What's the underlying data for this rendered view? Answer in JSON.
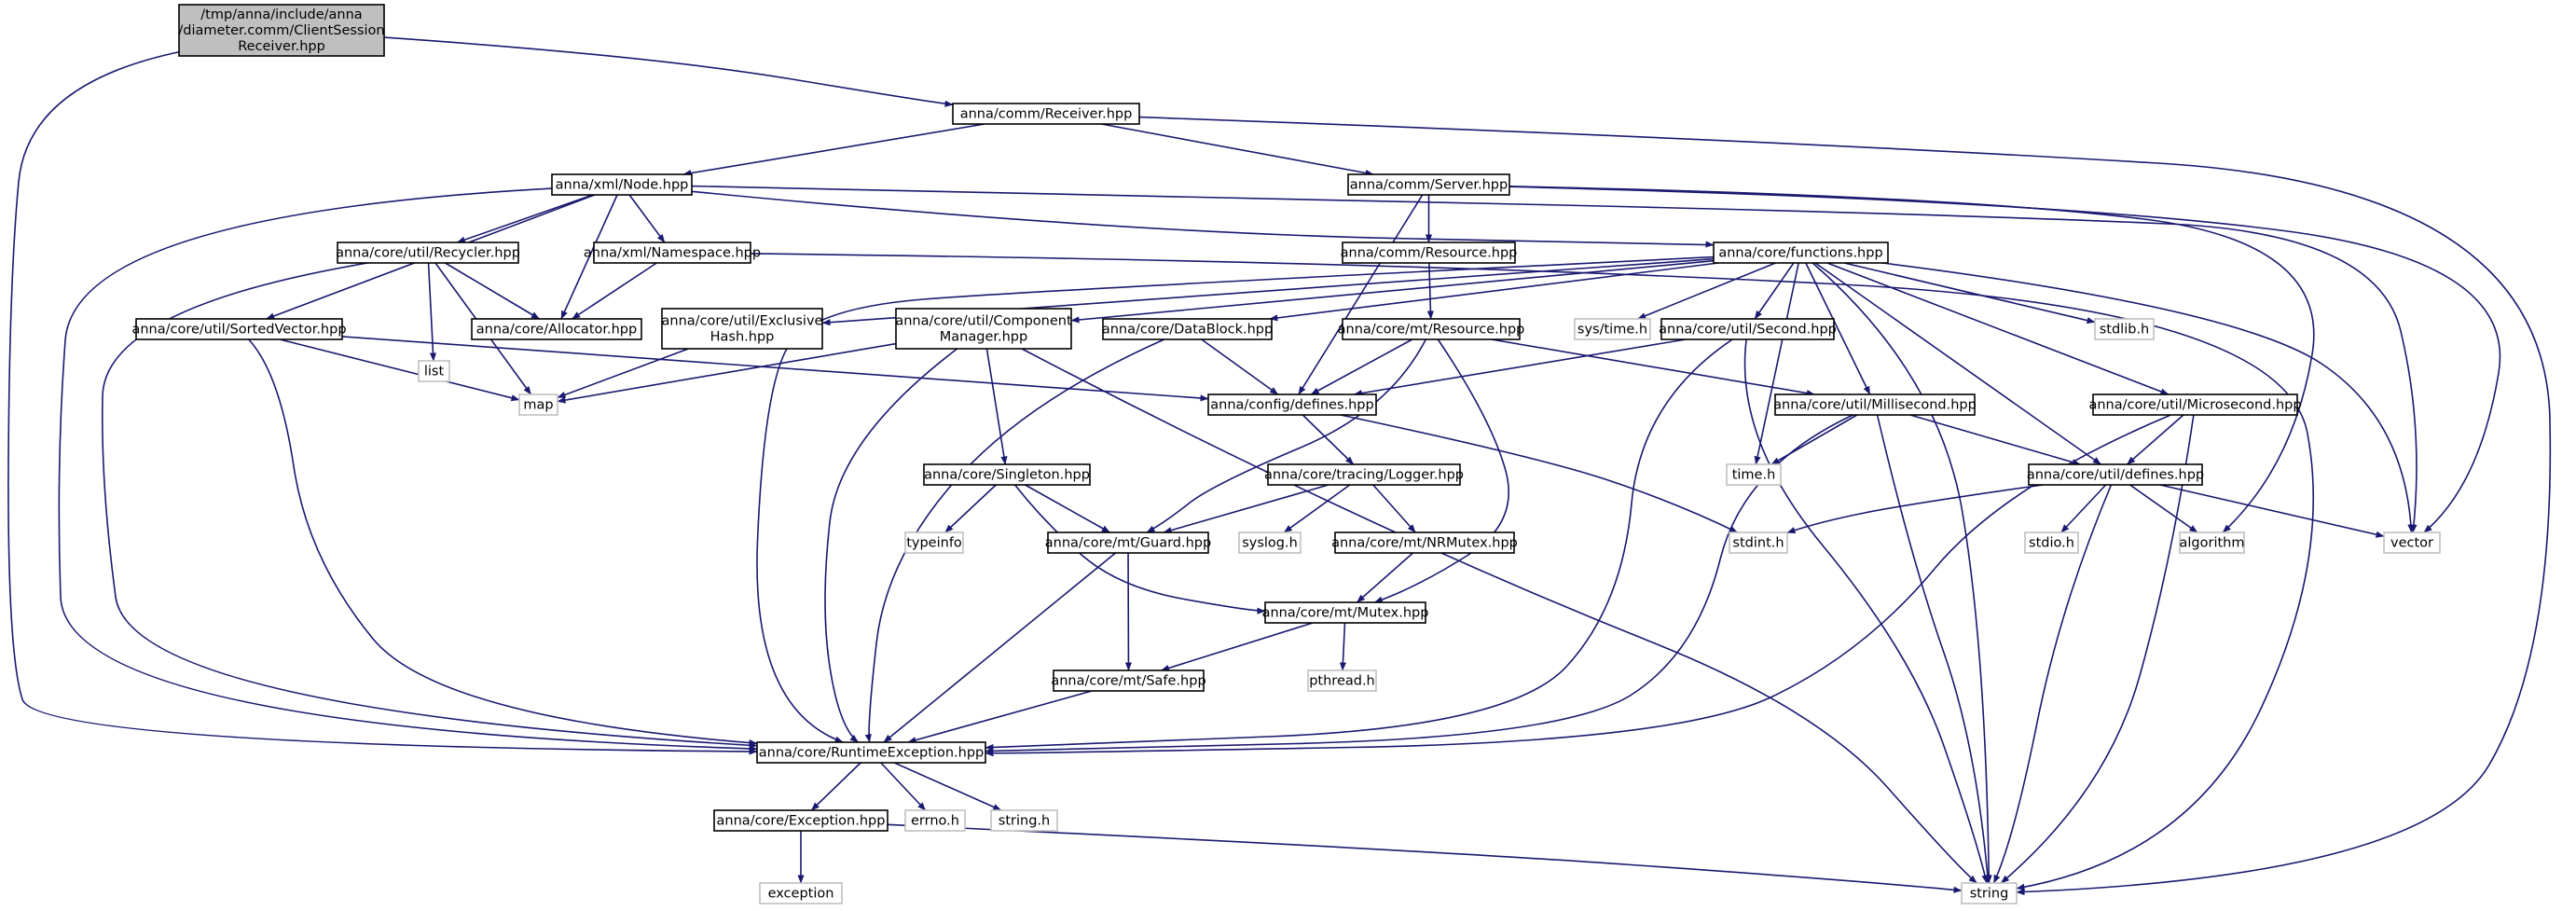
{
  "graph": {
    "title": "include dependency graph",
    "nodes": [
      {
        "id": "root",
        "kind": "header",
        "lines": [
          "/tmp/anna/include/anna",
          "/diameter.comm/ClientSession",
          "Receiver.hpp"
        ]
      },
      {
        "id": "receiver",
        "kind": "local",
        "lines": [
          "anna/comm/Receiver.hpp"
        ]
      },
      {
        "id": "node",
        "kind": "local",
        "lines": [
          "anna/xml/Node.hpp"
        ]
      },
      {
        "id": "server",
        "kind": "local",
        "lines": [
          "anna/comm/Server.hpp"
        ]
      },
      {
        "id": "recycler",
        "kind": "local",
        "lines": [
          "anna/core/util/Recycler.hpp"
        ]
      },
      {
        "id": "namespace",
        "kind": "local",
        "lines": [
          "anna/xml/Namespace.hpp"
        ]
      },
      {
        "id": "resource",
        "kind": "local",
        "lines": [
          "anna/comm/Resource.hpp"
        ]
      },
      {
        "id": "functions",
        "kind": "local",
        "lines": [
          "anna/core/functions.hpp"
        ]
      },
      {
        "id": "sortedvector",
        "kind": "local",
        "lines": [
          "anna/core/util/SortedVector.hpp"
        ]
      },
      {
        "id": "list",
        "kind": "system",
        "lines": [
          "list"
        ]
      },
      {
        "id": "allocator",
        "kind": "local",
        "lines": [
          "anna/core/Allocator.hpp"
        ]
      },
      {
        "id": "exclusivehash",
        "kind": "local",
        "lines": [
          "anna/core/util/Exclusive",
          "Hash.hpp"
        ]
      },
      {
        "id": "componentmanager",
        "kind": "local",
        "lines": [
          "anna/core/util/Component",
          "Manager.hpp"
        ]
      },
      {
        "id": "datablock",
        "kind": "local",
        "lines": [
          "anna/core/DataBlock.hpp"
        ]
      },
      {
        "id": "mtresource",
        "kind": "local",
        "lines": [
          "anna/core/mt/Resource.hpp"
        ]
      },
      {
        "id": "systime",
        "kind": "system",
        "lines": [
          "sys/time.h"
        ]
      },
      {
        "id": "second",
        "kind": "local",
        "lines": [
          "anna/core/util/Second.hpp"
        ]
      },
      {
        "id": "stdlib",
        "kind": "system",
        "lines": [
          "stdlib.h"
        ]
      },
      {
        "id": "map",
        "kind": "system",
        "lines": [
          "map"
        ]
      },
      {
        "id": "configdefines",
        "kind": "local",
        "lines": [
          "anna/config/defines.hpp"
        ]
      },
      {
        "id": "millisecond",
        "kind": "local",
        "lines": [
          "anna/core/util/Millisecond.hpp"
        ]
      },
      {
        "id": "microsecond",
        "kind": "local",
        "lines": [
          "anna/core/util/Microsecond.hpp"
        ]
      },
      {
        "id": "singleton",
        "kind": "local",
        "lines": [
          "anna/core/Singleton.hpp"
        ]
      },
      {
        "id": "logger",
        "kind": "local",
        "lines": [
          "anna/core/tracing/Logger.hpp"
        ]
      },
      {
        "id": "timeh",
        "kind": "system",
        "lines": [
          "time.h"
        ]
      },
      {
        "id": "utildefines",
        "kind": "local",
        "lines": [
          "anna/core/util/defines.hpp"
        ]
      },
      {
        "id": "typeinfo",
        "kind": "system",
        "lines": [
          "typeinfo"
        ]
      },
      {
        "id": "guard",
        "kind": "local",
        "lines": [
          "anna/core/mt/Guard.hpp"
        ]
      },
      {
        "id": "syslog",
        "kind": "system",
        "lines": [
          "syslog.h"
        ]
      },
      {
        "id": "nrmutex",
        "kind": "local",
        "lines": [
          "anna/core/mt/NRMutex.hpp"
        ]
      },
      {
        "id": "stdint",
        "kind": "system",
        "lines": [
          "stdint.h"
        ]
      },
      {
        "id": "stdio",
        "kind": "system",
        "lines": [
          "stdio.h"
        ]
      },
      {
        "id": "algorithm",
        "kind": "system",
        "lines": [
          "algorithm"
        ]
      },
      {
        "id": "vector",
        "kind": "system",
        "lines": [
          "vector"
        ]
      },
      {
        "id": "mutex",
        "kind": "local",
        "lines": [
          "anna/core/mt/Mutex.hpp"
        ]
      },
      {
        "id": "pthread",
        "kind": "system",
        "lines": [
          "pthread.h"
        ]
      },
      {
        "id": "safe",
        "kind": "local",
        "lines": [
          "anna/core/mt/Safe.hpp"
        ]
      },
      {
        "id": "runtimeexception",
        "kind": "local",
        "lines": [
          "anna/core/RuntimeException.hpp"
        ]
      },
      {
        "id": "exception_hpp",
        "kind": "local",
        "lines": [
          "anna/core/Exception.hpp"
        ]
      },
      {
        "id": "errno",
        "kind": "system",
        "lines": [
          "errno.h"
        ]
      },
      {
        "id": "stringh",
        "kind": "system",
        "lines": [
          "string.h"
        ]
      },
      {
        "id": "exception",
        "kind": "system",
        "lines": [
          "exception"
        ]
      },
      {
        "id": "string",
        "kind": "system",
        "lines": [
          "string"
        ]
      }
    ],
    "edges": [
      [
        "root",
        "receiver"
      ],
      [
        "root",
        "runtimeexception"
      ],
      [
        "receiver",
        "node"
      ],
      [
        "receiver",
        "server"
      ],
      [
        "receiver",
        "string"
      ],
      [
        "node",
        "recycler"
      ],
      [
        "node",
        "namespace"
      ],
      [
        "node",
        "functions"
      ],
      [
        "node",
        "sortedvector"
      ],
      [
        "node",
        "allocator"
      ],
      [
        "node",
        "runtimeexception"
      ],
      [
        "node",
        "vector"
      ],
      [
        "server",
        "resource"
      ],
      [
        "server",
        "configdefines"
      ],
      [
        "server",
        "algorithm"
      ],
      [
        "server",
        "vector"
      ],
      [
        "recycler",
        "list"
      ],
      [
        "recycler",
        "allocator"
      ],
      [
        "recycler",
        "map"
      ],
      [
        "recycler",
        "runtimeexception"
      ],
      [
        "namespace",
        "allocator"
      ],
      [
        "namespace",
        "string"
      ],
      [
        "resource",
        "mtresource"
      ],
      [
        "functions",
        "exclusivehash"
      ],
      [
        "functions",
        "componentmanager"
      ],
      [
        "functions",
        "datablock"
      ],
      [
        "functions",
        "systime"
      ],
      [
        "functions",
        "second"
      ],
      [
        "functions",
        "stdlib"
      ],
      [
        "functions",
        "millisecond"
      ],
      [
        "functions",
        "microsecond"
      ],
      [
        "functions",
        "timeh"
      ],
      [
        "functions",
        "utildefines"
      ],
      [
        "functions",
        "runtimeexception"
      ],
      [
        "functions",
        "string"
      ],
      [
        "functions",
        "vector"
      ],
      [
        "sortedvector",
        "map"
      ],
      [
        "sortedvector",
        "configdefines"
      ],
      [
        "sortedvector",
        "runtimeexception"
      ],
      [
        "exclusivehash",
        "map"
      ],
      [
        "componentmanager",
        "map"
      ],
      [
        "componentmanager",
        "singleton"
      ],
      [
        "componentmanager",
        "runtimeexception"
      ],
      [
        "componentmanager",
        "string"
      ],
      [
        "datablock",
        "configdefines"
      ],
      [
        "datablock",
        "runtimeexception"
      ],
      [
        "mtresource",
        "configdefines"
      ],
      [
        "mtresource",
        "millisecond"
      ],
      [
        "mtresource",
        "guard"
      ],
      [
        "mtresource",
        "mutex"
      ],
      [
        "second",
        "configdefines"
      ],
      [
        "second",
        "runtimeexception"
      ],
      [
        "second",
        "string"
      ],
      [
        "configdefines",
        "logger"
      ],
      [
        "configdefines",
        "stdint"
      ],
      [
        "millisecond",
        "timeh"
      ],
      [
        "millisecond",
        "utildefines"
      ],
      [
        "millisecond",
        "runtimeexception"
      ],
      [
        "millisecond",
        "string"
      ],
      [
        "microsecond",
        "utildefines"
      ],
      [
        "microsecond",
        "runtimeexception"
      ],
      [
        "microsecond",
        "string"
      ],
      [
        "singleton",
        "typeinfo"
      ],
      [
        "singleton",
        "guard"
      ],
      [
        "singleton",
        "mutex"
      ],
      [
        "logger",
        "guard"
      ],
      [
        "logger",
        "syslog"
      ],
      [
        "logger",
        "nrmutex"
      ],
      [
        "utildefines",
        "stdint"
      ],
      [
        "utildefines",
        "stdio"
      ],
      [
        "utildefines",
        "algorithm"
      ],
      [
        "utildefines",
        "vector"
      ],
      [
        "utildefines",
        "string"
      ],
      [
        "guard",
        "safe"
      ],
      [
        "guard",
        "runtimeexception"
      ],
      [
        "nrmutex",
        "mutex"
      ],
      [
        "mutex",
        "pthread"
      ],
      [
        "mutex",
        "safe"
      ],
      [
        "safe",
        "runtimeexception"
      ],
      [
        "runtimeexception",
        "exception_hpp"
      ],
      [
        "runtimeexception",
        "errno"
      ],
      [
        "runtimeexception",
        "stringh"
      ],
      [
        "exception_hpp",
        "exception"
      ],
      [
        "exception_hpp",
        "string"
      ]
    ]
  }
}
